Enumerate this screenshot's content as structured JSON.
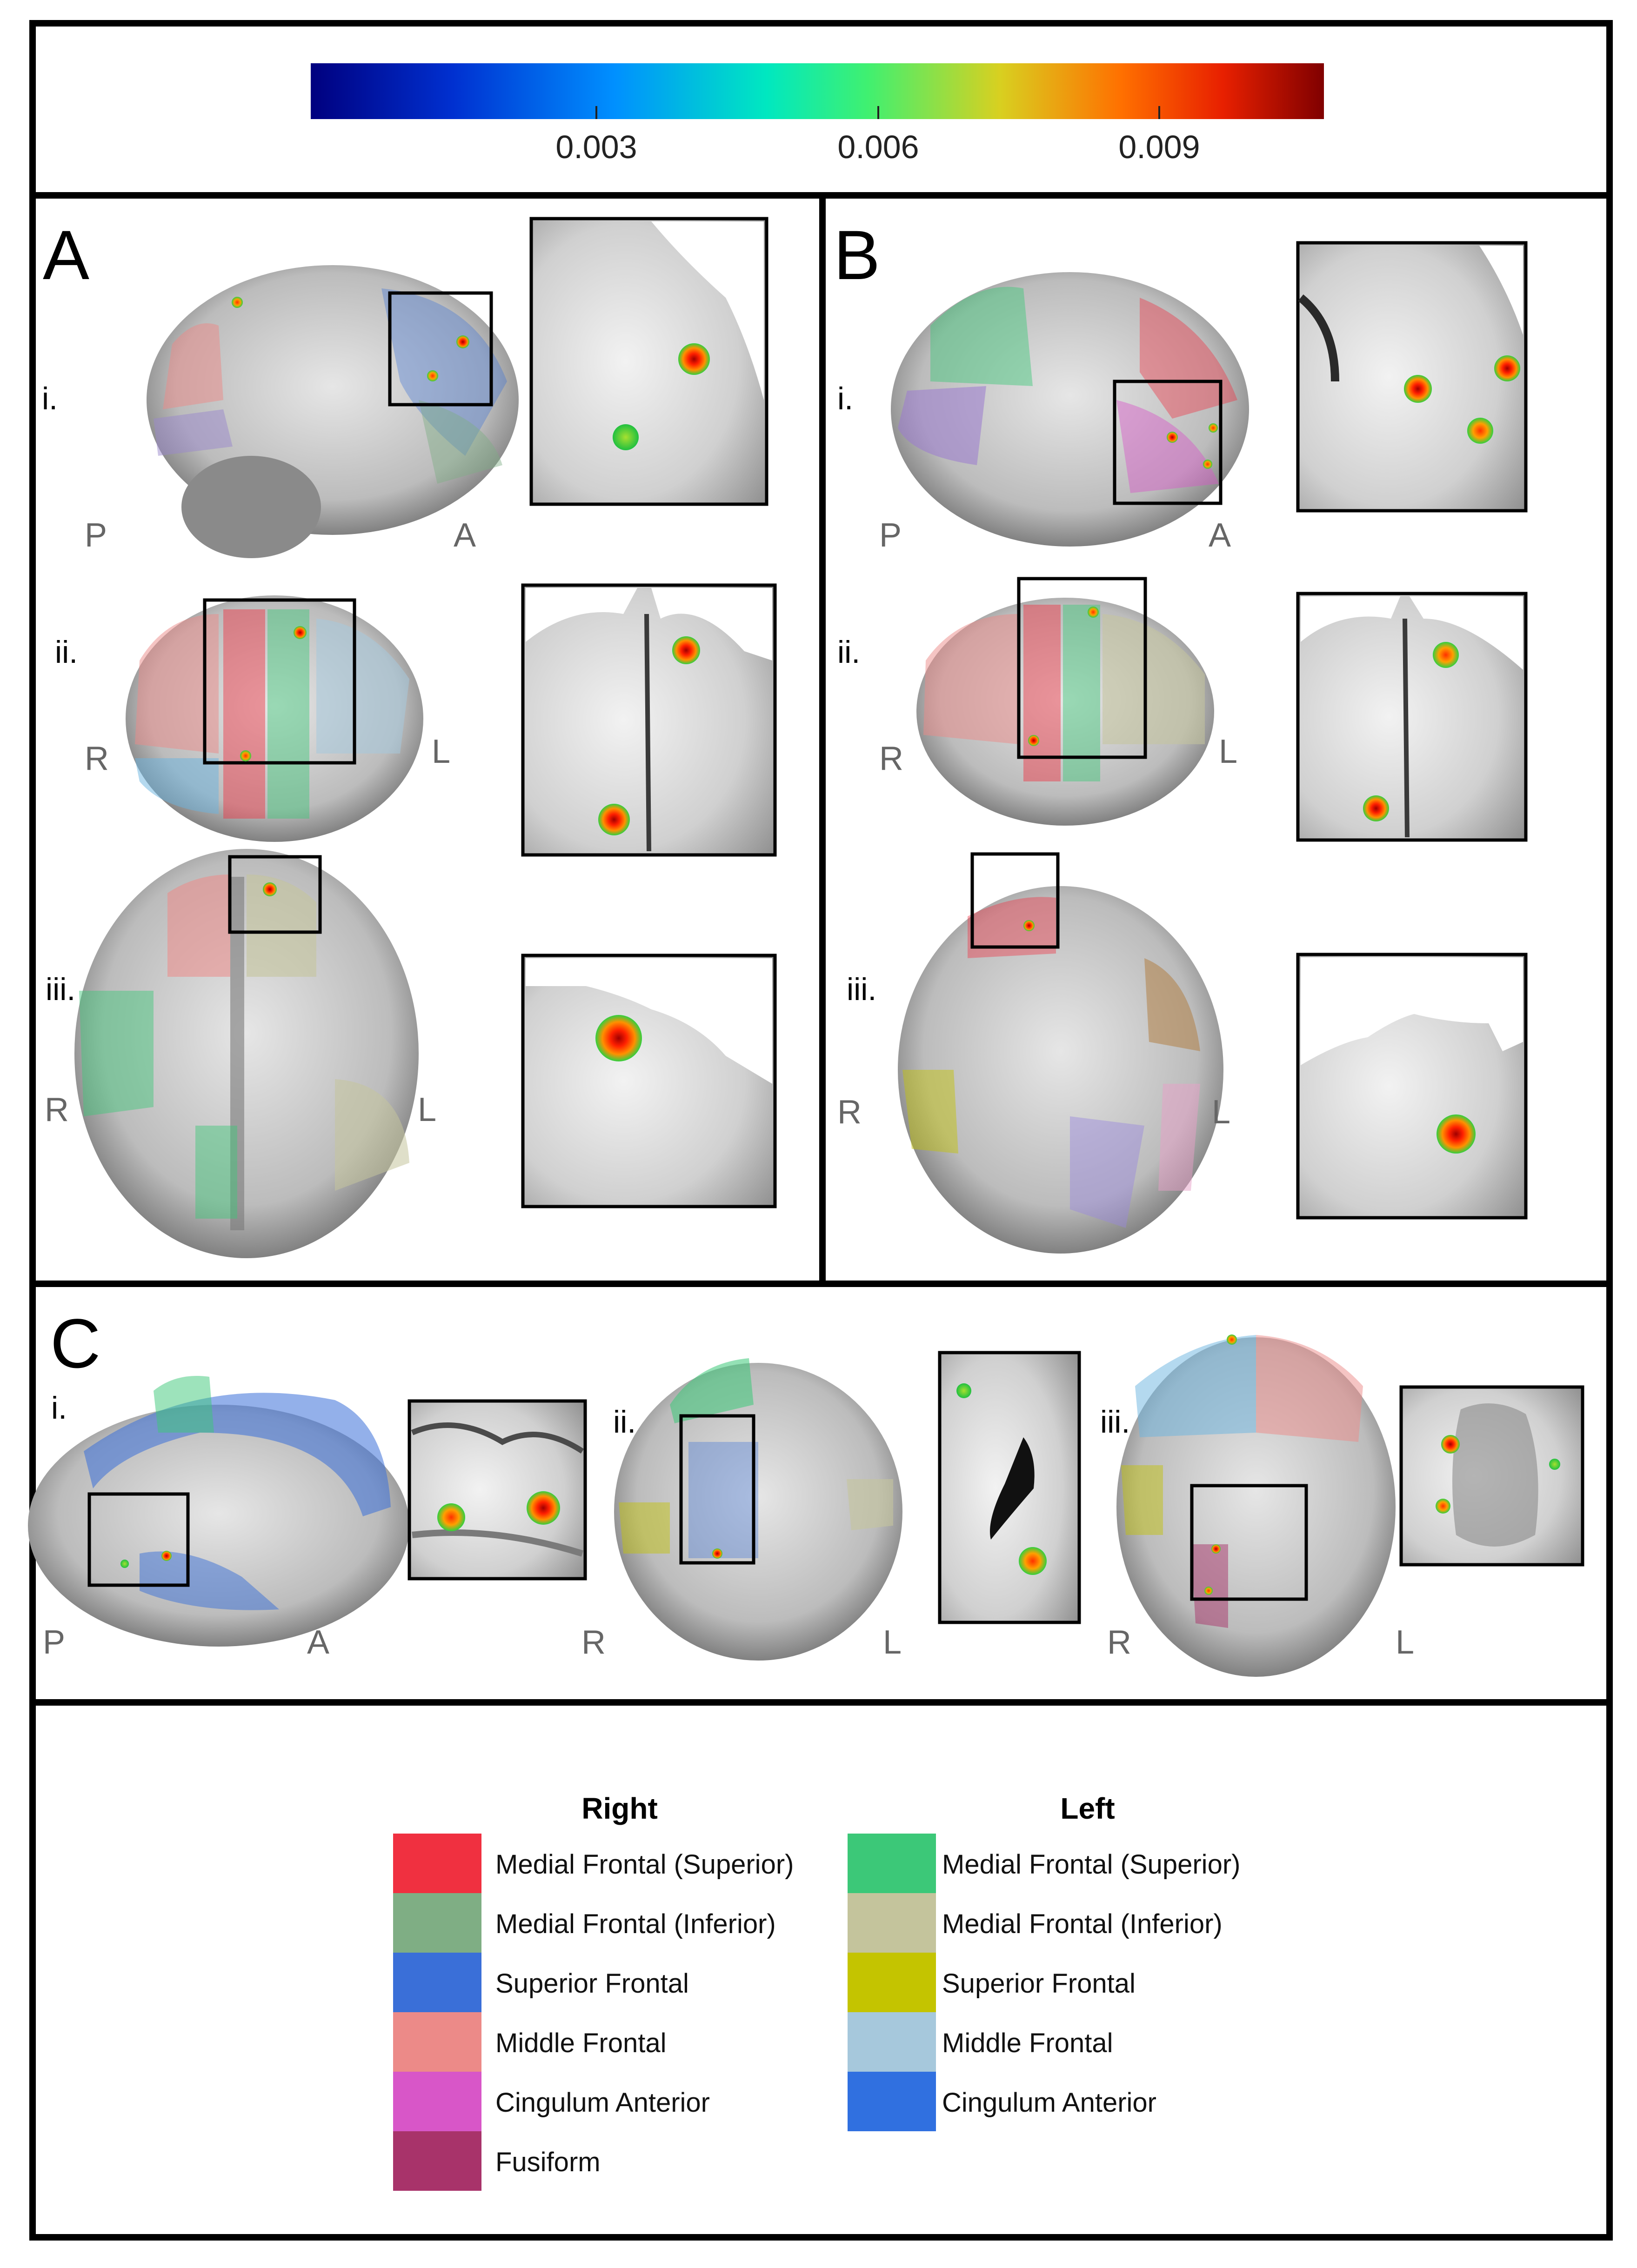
{
  "colorbar": {
    "ticks": [
      {
        "value": 0.003,
        "label": "0.003"
      },
      {
        "value": 0.006,
        "label": "0.006"
      },
      {
        "value": 0.009,
        "label": "0.009"
      }
    ],
    "colors": [
      "#00007f",
      "#0055ff",
      "#00e0ff",
      "#20ee80",
      "#c8e030",
      "#ff8000",
      "#f02000",
      "#800000"
    ]
  },
  "panels": {
    "A": {
      "letter": "A",
      "rows": {
        "i": {
          "label": "i.",
          "left": "P",
          "right": "A"
        },
        "ii": {
          "label": "ii.",
          "left": "R",
          "right": "L"
        },
        "iii": {
          "label": "iii.",
          "left": "R",
          "right": "L"
        }
      }
    },
    "B": {
      "letter": "B",
      "rows": {
        "i": {
          "label": "i.",
          "left": "P",
          "right": "A"
        },
        "ii": {
          "label": "ii.",
          "left": "R",
          "right": "L"
        },
        "iii": {
          "label": "iii.",
          "left": "R",
          "right": "L"
        }
      }
    },
    "C": {
      "letter": "C",
      "views": {
        "i": {
          "label": "i.",
          "left": "P",
          "right": "A"
        },
        "ii": {
          "label": "ii.",
          "left": "R",
          "right": "L"
        },
        "iii": {
          "label": "iii.",
          "left": "R",
          "right": "L"
        }
      }
    }
  },
  "legend": {
    "right": {
      "title": "Right",
      "items": [
        {
          "label": "Medial Frontal (Superior)",
          "color": "#f03040"
        },
        {
          "label": "Medial Frontal (Inferior)",
          "color": "#7fae84"
        },
        {
          "label": "Superior Frontal",
          "color": "#3a6fd8"
        },
        {
          "label": "Middle Frontal",
          "color": "#ec8a88"
        },
        {
          "label": "Cingulum Anterior",
          "color": "#d856c8"
        },
        {
          "label": "Fusiform",
          "color": "#a8336a"
        }
      ]
    },
    "left": {
      "title": "Left",
      "items": [
        {
          "label": "Medial Frontal (Superior)",
          "color": "#3cc878"
        },
        {
          "label": "Medial Frontal (Inferior)",
          "color": "#c4c49c"
        },
        {
          "label": "Superior Frontal",
          "color": "#c4c400"
        },
        {
          "label": "Middle Frontal",
          "color": "#a6c8dc"
        },
        {
          "label": "Cingulum Anterior",
          "color": "#3070e0"
        }
      ]
    }
  }
}
